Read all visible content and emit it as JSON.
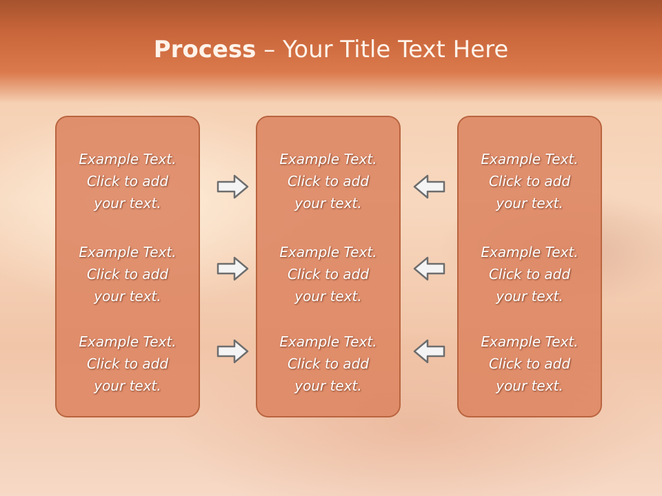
{
  "title": {
    "bold": "Process",
    "rest": " – Your Title Text Here"
  },
  "columns": [
    {
      "items": [
        {
          "l1": "Example Text.",
          "l2": "Click  to add",
          "l3": "your text."
        },
        {
          "l1": "Example Text.",
          "l2": "Click  to add",
          "l3": "your text."
        },
        {
          "l1": "Example Text.",
          "l2": "Click  to add",
          "l3": "your text."
        }
      ]
    },
    {
      "items": [
        {
          "l1": "Example Text.",
          "l2": "Click  to add",
          "l3": "your text."
        },
        {
          "l1": "Example Text.",
          "l2": "Click  to add",
          "l3": "your text."
        },
        {
          "l1": "Example Text.",
          "l2": "Click  to add",
          "l3": "your text."
        }
      ]
    },
    {
      "items": [
        {
          "l1": "Example Text.",
          "l2": "Click  to add",
          "l3": "your text."
        },
        {
          "l1": "Example Text.",
          "l2": "Click  to add",
          "l3": "your text."
        },
        {
          "l1": "Example Text.",
          "l2": "Click  to add",
          "l3": "your text."
        }
      ]
    }
  ],
  "arrows": {
    "left_group": "right-arrow-icon",
    "right_group": "left-arrow-icon"
  }
}
